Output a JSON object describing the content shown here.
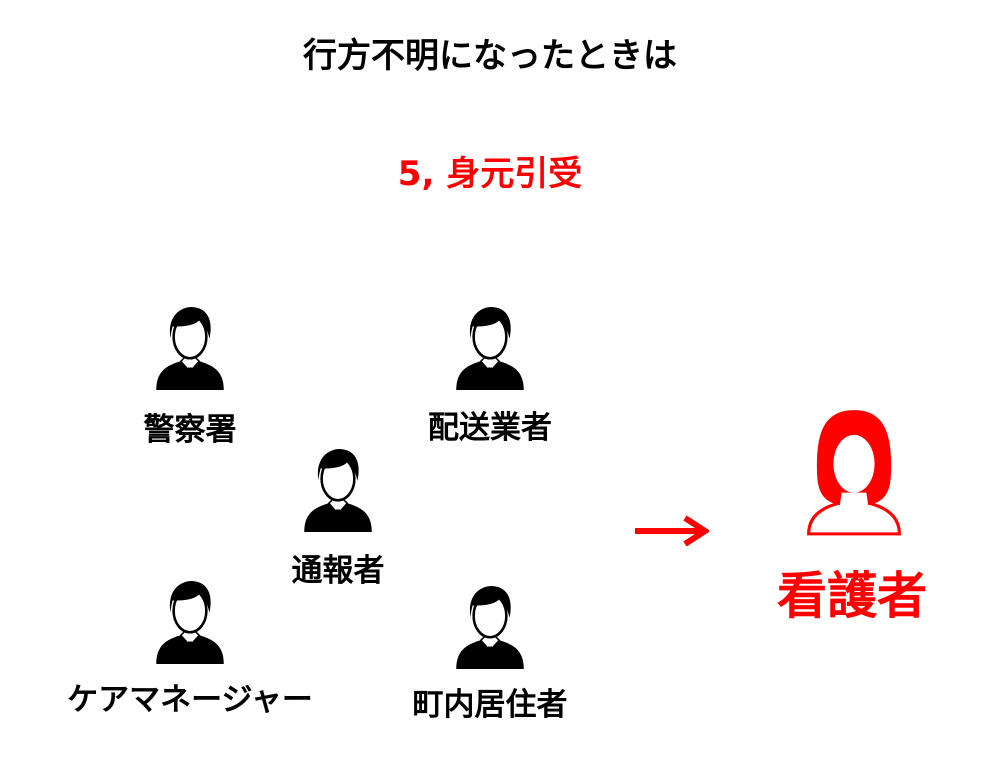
{
  "title": "行方不明になったときは",
  "step": "5, 身元引受",
  "people": [
    {
      "label": "警察署",
      "icon": "man-icon"
    },
    {
      "label": "配送業者",
      "icon": "man-icon"
    },
    {
      "label": "通報者",
      "icon": "man-icon"
    },
    {
      "label": "ケアマネージャー",
      "icon": "man-icon"
    },
    {
      "label": "町内居住者",
      "icon": "man-icon"
    }
  ],
  "arrow": "→",
  "target": {
    "label": "看護者",
    "icon": "woman-icon"
  },
  "colors": {
    "accent": "#ff0000",
    "text": "#000000"
  }
}
